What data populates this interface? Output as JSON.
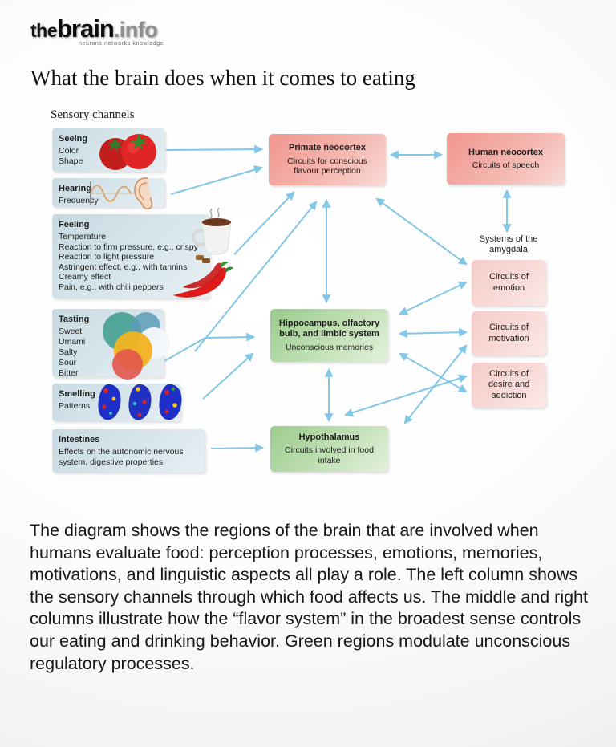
{
  "logo": {
    "the": "the",
    "brain": "brain",
    "suffix": ".info",
    "tagline": "neurons networks knowledge"
  },
  "title": "What the brain does when it comes to eating",
  "diagram": {
    "column_label": "Sensory channels",
    "sensory": [
      {
        "title": "Seeing",
        "lines": [
          "Color",
          "Shape"
        ],
        "icons": [
          "tomatoes-icon"
        ]
      },
      {
        "title": "Hearing",
        "lines": [
          "Frequency"
        ],
        "icons": [
          "sound-wave-icon",
          "ear-icon"
        ]
      },
      {
        "title": "Feeling",
        "lines": [
          "Temperature",
          "Reaction to firm pressure, e.g., crispy",
          "Reaction to light pressure",
          "Astringent effect, e.g., with tannins",
          "Creamy effect",
          "Pain, e.g., with chili peppers"
        ],
        "icons": [
          "coffee-cup-icon",
          "chili-peppers-icon"
        ]
      },
      {
        "title": "Tasting",
        "lines": [
          "Sweet",
          "Umami",
          "Salty",
          "Sour",
          "Bitter"
        ],
        "icons": [
          "taste-circles-icon"
        ]
      },
      {
        "title": "Smelling",
        "lines": [
          "Patterns"
        ],
        "icons": [
          "odor-pattern-maps-icon"
        ]
      },
      {
        "title": "Intestines",
        "lines": [
          "Effects on the autonomic nervous system, digestive properties"
        ],
        "icons": []
      }
    ],
    "regions": {
      "primate_neocortex": {
        "title": "Primate neocortex",
        "subtitle": "Circuits for conscious flavour perception"
      },
      "human_neocortex": {
        "title": "Human neocortex",
        "subtitle": "Circuits of speech"
      },
      "hippocampus": {
        "title": "Hippocampus, olfactory bulb, and limbic system",
        "subtitle": "Unconscious memories"
      },
      "hypothalamus": {
        "title": "Hypothalamus",
        "subtitle": "Circuits involved in food intake"
      },
      "amygdala_label": "Systems of the amygdala",
      "circuits": [
        "Circuits of emotion",
        "Circuits of motivation",
        "Circuits of desire and addiction"
      ]
    },
    "colors": {
      "arrow": "#82c6e8",
      "sensory_box": "#cfe0e7",
      "cortex_box": "#f0968d",
      "modulator_box": "#9bcb8c",
      "amygdala_box": "#f5cdc9"
    }
  },
  "caption": "The diagram shows the regions of the brain that are involved when humans evaluate food: perception processes, emotions, memories, motivations, and linguistic aspects all play a role. The left column shows the sensory channels through which food affects us. The middle and right columns illustrate how the “flavor system” in the broadest sense controls our eating and drinking behavior. Green regions modulate unconscious regulatory processes."
}
